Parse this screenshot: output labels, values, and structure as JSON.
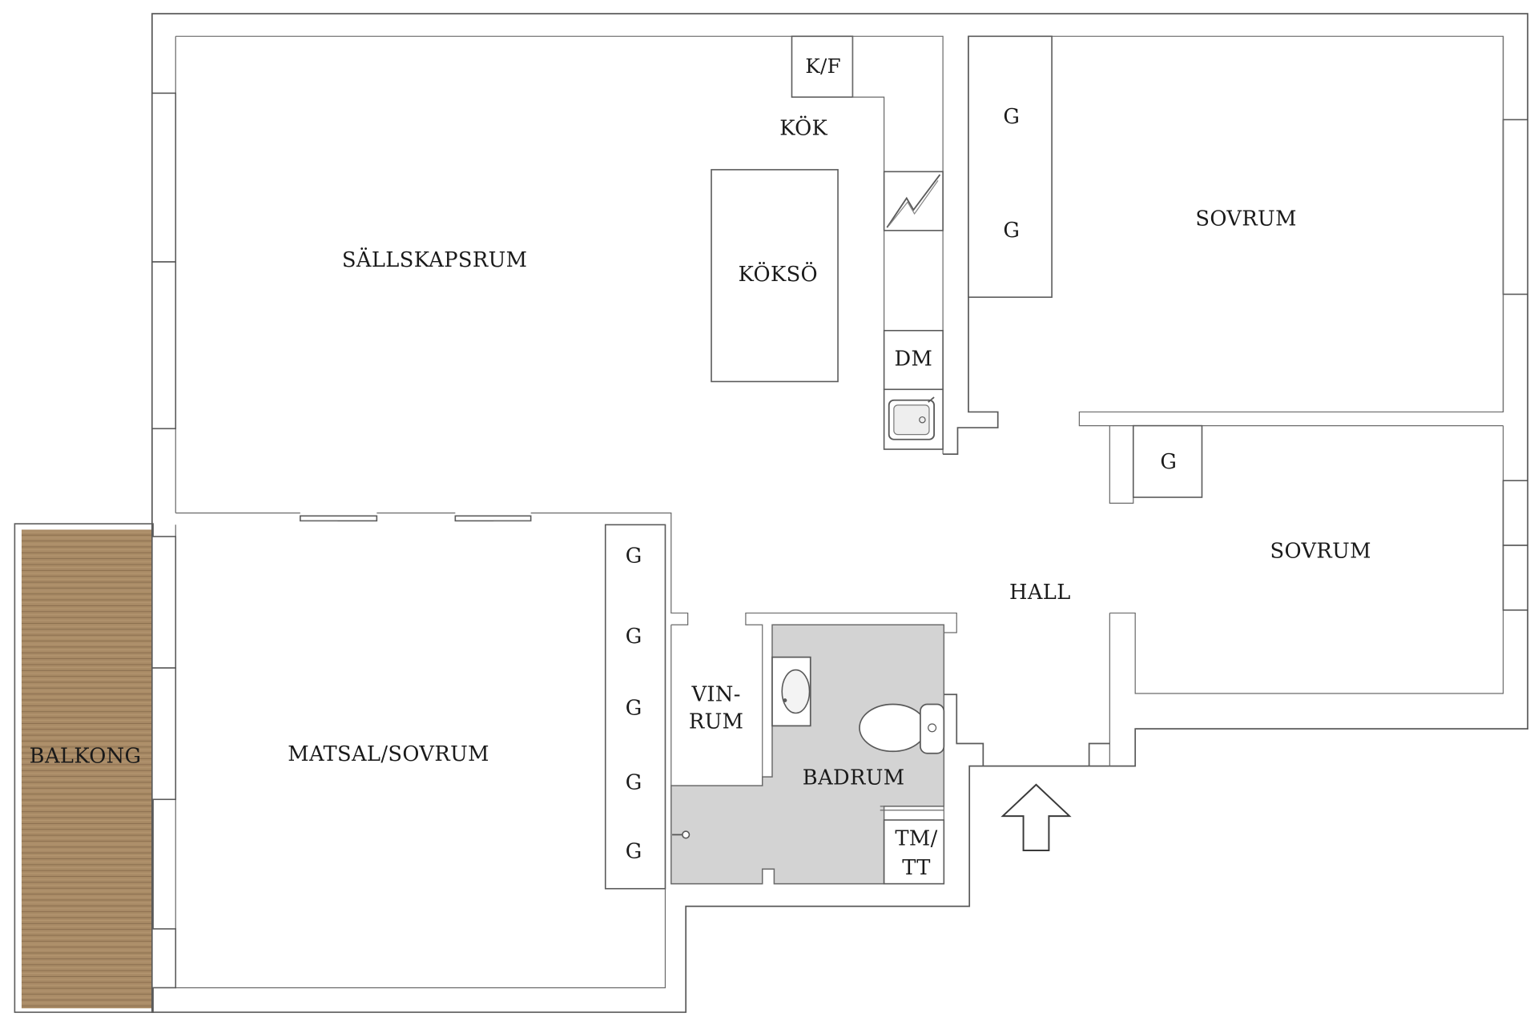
{
  "rooms": {
    "sallskapsrum": "SÄLLSKAPSRUM",
    "kok": "KÖK",
    "kf": "K/F",
    "kokso": "KÖKSÖ",
    "dm": "DM",
    "sovrum_1": "SOVRUM",
    "sovrum_2": "SOVRUM",
    "hall": "HALL",
    "matsal_sovrum": "MATSAL/SOVRUM",
    "balkong": "BALKONG",
    "vinrum_line1": "VIN-",
    "vinrum_line2": "RUM",
    "badrum": "BADRUM",
    "tmtt_line1": "TM/",
    "tmtt_line2": "TT"
  },
  "wardrobes": {
    "bed1_a": "G",
    "bed1_b": "G",
    "bed2": "G",
    "dining_1": "G",
    "dining_2": "G",
    "dining_3": "G",
    "dining_4": "G",
    "dining_5": "G"
  },
  "icons": {
    "entrance": "entrance-arrow-icon",
    "stove": "stove-icon",
    "kitchen_sink": "kitchen-sink-icon",
    "washbasin": "washbasin-icon",
    "toilet": "toilet-icon",
    "floor_drain": "floor-drain-icon"
  },
  "colors": {
    "balcony_wood": "#a88a65",
    "bathroom_floor": "#d3d3d3",
    "walls": "#5a5a5a"
  }
}
